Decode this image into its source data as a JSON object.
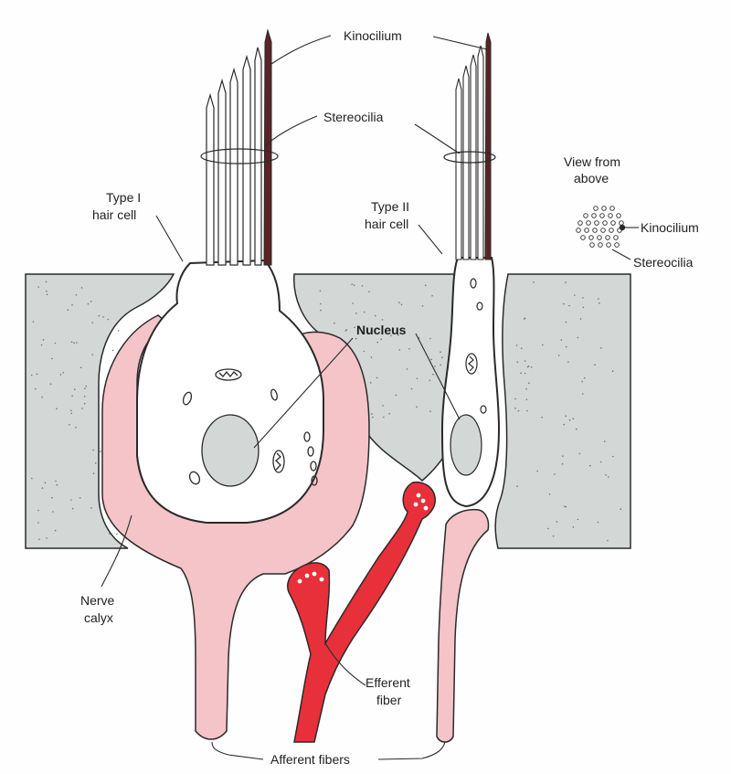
{
  "labels": {
    "kinocilium": "Kinocilium",
    "stereocilia": "Stereocilia",
    "type1_line1": "Type I",
    "type1_line2": "hair cell",
    "type2_line1": "Type II",
    "type2_line2": "hair cell",
    "view_line1": "View from",
    "view_line2": "above",
    "view_kinocilium": "Kinocilium",
    "view_stereocilia": "Stereocilia",
    "nucleus": "Nucleus",
    "nerve_line1": "Nerve",
    "nerve_line2": "calyx",
    "efferent_line1": "Efferent",
    "efferent_line2": "fiber",
    "afferent": "Afferent fibers"
  },
  "colors": {
    "tissue": "#d3d8d6",
    "calyx": "#f4c4c8",
    "efferent": "#e8303a",
    "cell": "#ffffff",
    "outline": "#2a2a2a",
    "kinocilium": "#5a2424"
  }
}
